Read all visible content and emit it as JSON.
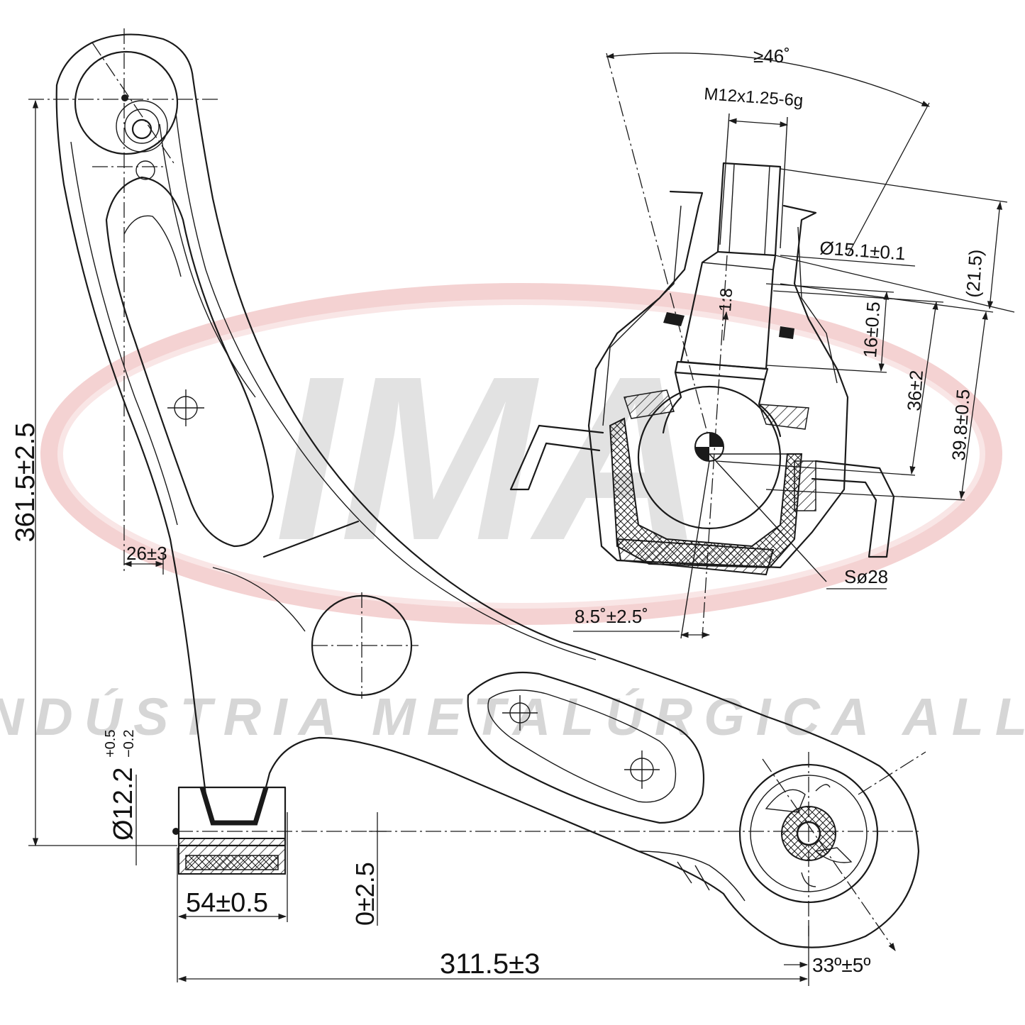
{
  "watermark": {
    "logo_text": "IMA",
    "company": "INDÚSTRIA METALÚRGICA ALLI",
    "ring_color": "#f2c9c9",
    "text_color": "#d6d6d6"
  },
  "dimensions": {
    "overall_height": "361.5±2.5",
    "offset_26": "26±3",
    "bushing_diameter": "Ø12.2",
    "bushing_tol_upper": "+0.5",
    "bushing_tol_lower": "−0.2",
    "bushing_width": "54±0.5",
    "vertical_offset": "0±2.5",
    "overall_length": "311.5±3",
    "bushing_angle": "33º±5º",
    "swing_angle": "≥46˚",
    "thread": "M12x1.25-6g",
    "stud_diameter": "Ø15.1±0.1",
    "thread_length": "(21.5)",
    "taper": "1:8",
    "dim_16": "16±0.5",
    "dim_36": "36±2",
    "dim_39_8": "39.8±0.5",
    "tilt_angle": "8.5˚±2.5˚",
    "ball_diameter": "Sø28"
  }
}
